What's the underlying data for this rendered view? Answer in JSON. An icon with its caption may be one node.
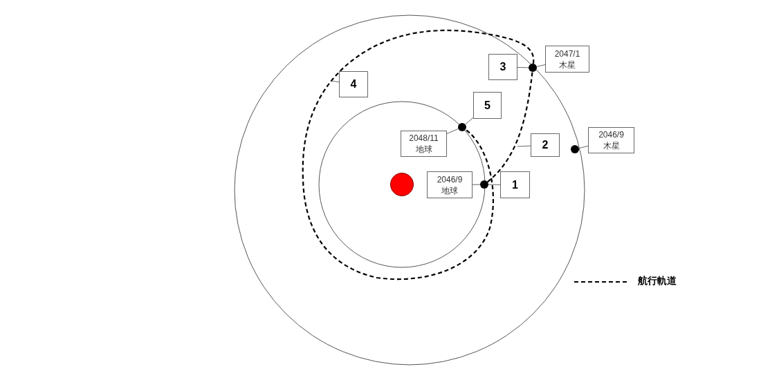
{
  "diagram": {
    "nodes": [
      {
        "text": [],
        "shape": "circle"
      },
      {
        "text": [],
        "shape": "circle"
      },
      {
        "text": [],
        "shape": "circle"
      },
      {
        "text": [],
        "shape": "circle"
      },
      {
        "text": [],
        "shape": "circle"
      },
      {
        "text": [
          "2046/9 地球"
        ]
      },
      {
        "text": [
          "1"
        ]
      },
      {
        "text": [
          "2"
        ]
      },
      {
        "text": [
          "2047/1 木星"
        ]
      },
      {
        "text": [
          "3"
        ]
      },
      {
        "text": [
          "4"
        ]
      },
      {
        "text": [
          "5"
        ]
      },
      {
        "text": [
          "2048/11 地球"
        ]
      },
      {
        "text": [
          "2046/9 木星"
        ]
      }
    ],
    "edges": [
      {
        "from": 1,
        "to": 2,
        "arrow": "none",
        "style": "dashed",
        "color": "#000000"
      },
      {
        "from": 2,
        "to": 3,
        "arrow": "none",
        "style": "dashed",
        "color": "#000000"
      },
      {
        "from": 5,
        "to": 1,
        "arrow": "none"
      },
      {
        "from": 6,
        "to": 1,
        "arrow": "none"
      },
      {
        "from": 7,
        "to": null,
        "arrow": "none"
      },
      {
        "from": 8,
        "to": 2,
        "arrow": "none"
      },
      {
        "from": 9,
        "to": 2,
        "arrow": "none"
      },
      {
        "from": 10,
        "to": null,
        "arrow": "none"
      },
      {
        "from": 11,
        "to": 3,
        "arrow": "none"
      },
      {
        "from": 12,
        "to": 3,
        "arrow": "none"
      },
      {
        "from": 13,
        "to": 4,
        "arrow": "none"
      }
    ],
    "legend": [
      {
        "text": "航行軌道"
      }
    ]
  }
}
